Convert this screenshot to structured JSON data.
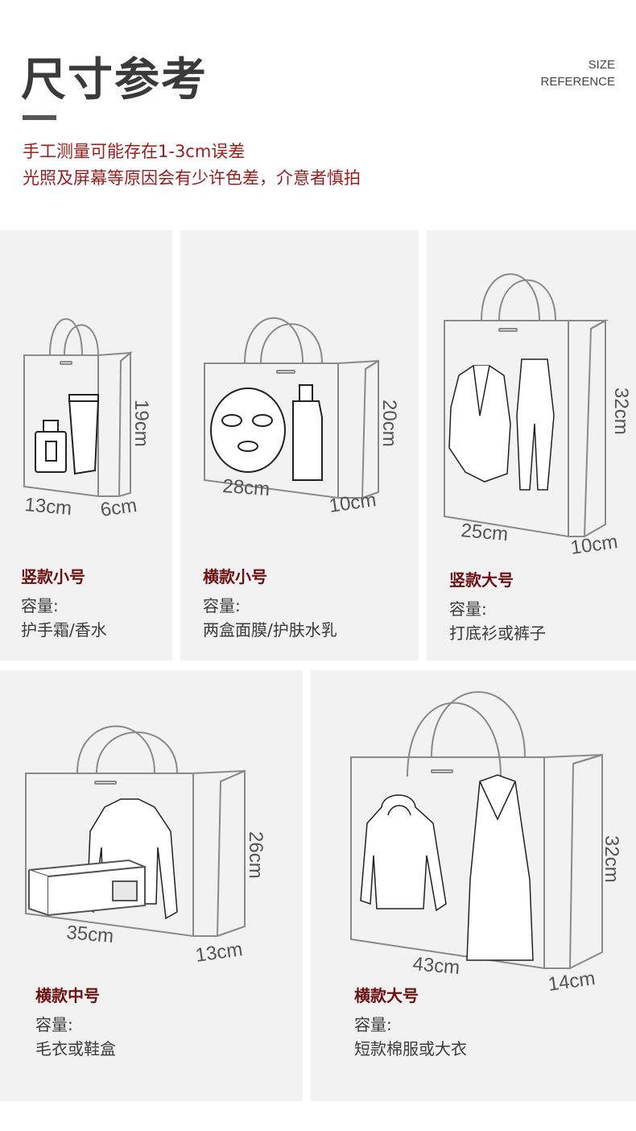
{
  "header": {
    "title": "尺寸参考",
    "subtitle_line1": "SIZE",
    "subtitle_line2": "REFERENCE",
    "note_line1": "手工测量可能存在1-3cm误差",
    "note_line2": "光照及屏幕等原因会有少许色差，介意者慎拍"
  },
  "colors": {
    "accent": "#9b1c1c",
    "name": "#6b0f0f",
    "card_bg": "#f2f2f2",
    "outline": "#8a8a8a"
  },
  "bags": [
    {
      "name": "竖款小号",
      "capacity_label": "容量:",
      "use": "护手霜/香水",
      "width": "13cm",
      "depth": "6cm",
      "height": "19cm"
    },
    {
      "name": "横款小号",
      "capacity_label": "容量:",
      "use": "两盒面膜/护肤水乳",
      "width": "28cm",
      "depth": "10cm",
      "height": "20cm"
    },
    {
      "name": "竖款大号",
      "capacity_label": "容量:",
      "use": "打底衫或裤子",
      "width": "25cm",
      "depth": "10cm",
      "height": "32cm"
    },
    {
      "name": "横款中号",
      "capacity_label": "容量:",
      "use": "毛衣或鞋盒",
      "width": "35cm",
      "depth": "13cm",
      "height": "26cm"
    },
    {
      "name": "横款大号",
      "capacity_label": "容量:",
      "use": "短款棉服或大衣",
      "width": "43cm",
      "depth": "14cm",
      "height": "32cm"
    }
  ]
}
